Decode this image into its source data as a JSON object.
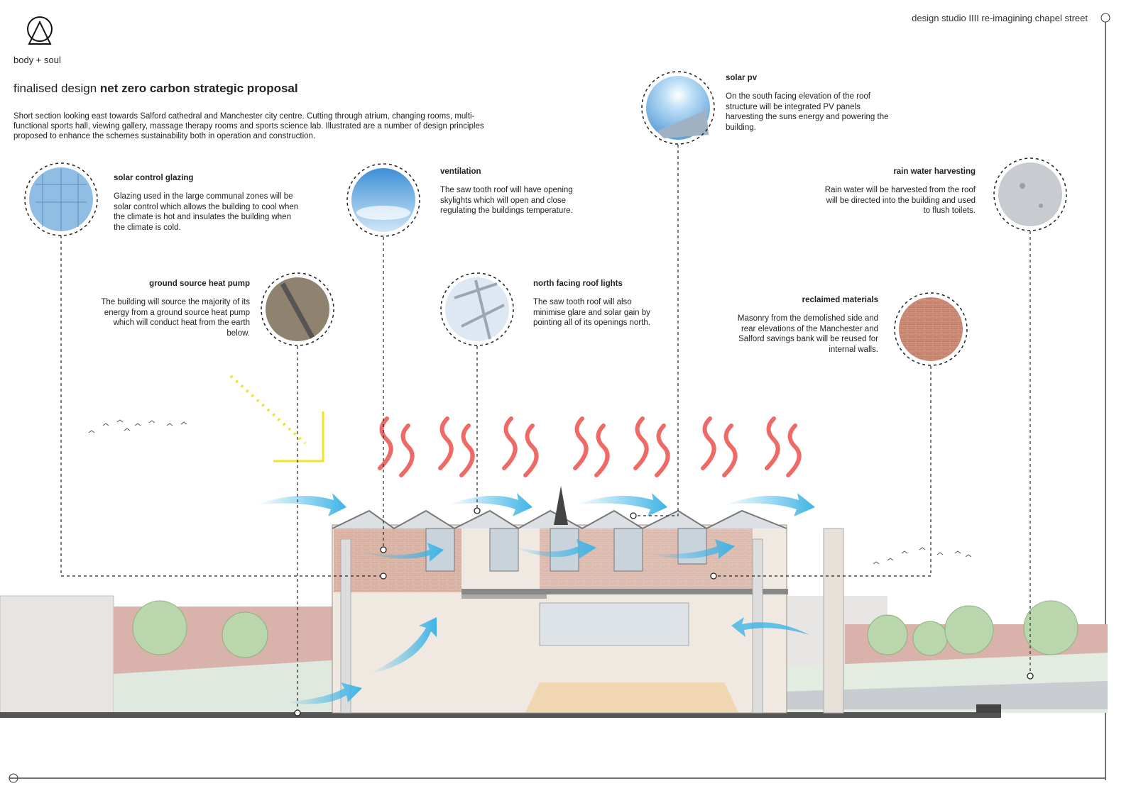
{
  "header": {
    "brand": "body + soul",
    "studio": "design studio IIII re-imagining chapel street",
    "title_light": "finalised design ",
    "title_bold": "net zero carbon strategic proposal",
    "intro": "Short section looking east towards Salford cathedral and Manchester city centre. Cutting through atrium, changing rooms, multi-functional sports hall, viewing gallery, massage therapy rooms and sports science lab. Illustrated are a number of design principles proposed to enhance the schemes sustainability both in operation and construction."
  },
  "principles": {
    "solar_control_glazing": {
      "title": "solar control glazing",
      "text": "Glazing used in the large communal zones will be solar control which allows the building to cool when the climate is hot and insulates the building when the climate is cold."
    },
    "ventilation": {
      "title": "ventilation",
      "text": "The saw tooth roof will have opening skylights which will open and close regulating the buildings temperature."
    },
    "solar_pv": {
      "title": "solar pv",
      "text": "On the south facing elevation of the roof structure will be integrated PV panels harvesting the suns energy and powering the building."
    },
    "rain_water": {
      "title": "rain water harvesting",
      "text": "Rain water will be harvested from the roof will be directed into the building and used to flush toilets."
    },
    "ground_source": {
      "title": "ground source heat pump",
      "text": "The building will source the majority of its energy from a ground source heat pump which will conduct heat from the earth below."
    },
    "north_lights": {
      "title": "north facing roof lights",
      "text": "The saw tooth roof will also minimise glare and solar gain by pointing all of its openings north."
    },
    "reclaimed": {
      "title": "reclaimed materials",
      "text": "Masonry from the demolished side and rear elevations of the Manchester and Salford savings bank will be reused for internal walls."
    }
  },
  "colors": {
    "heat": "#ee6a66",
    "air": "#3fb4e6",
    "sun": "#f2e32a",
    "brick": "#c98e7c"
  }
}
